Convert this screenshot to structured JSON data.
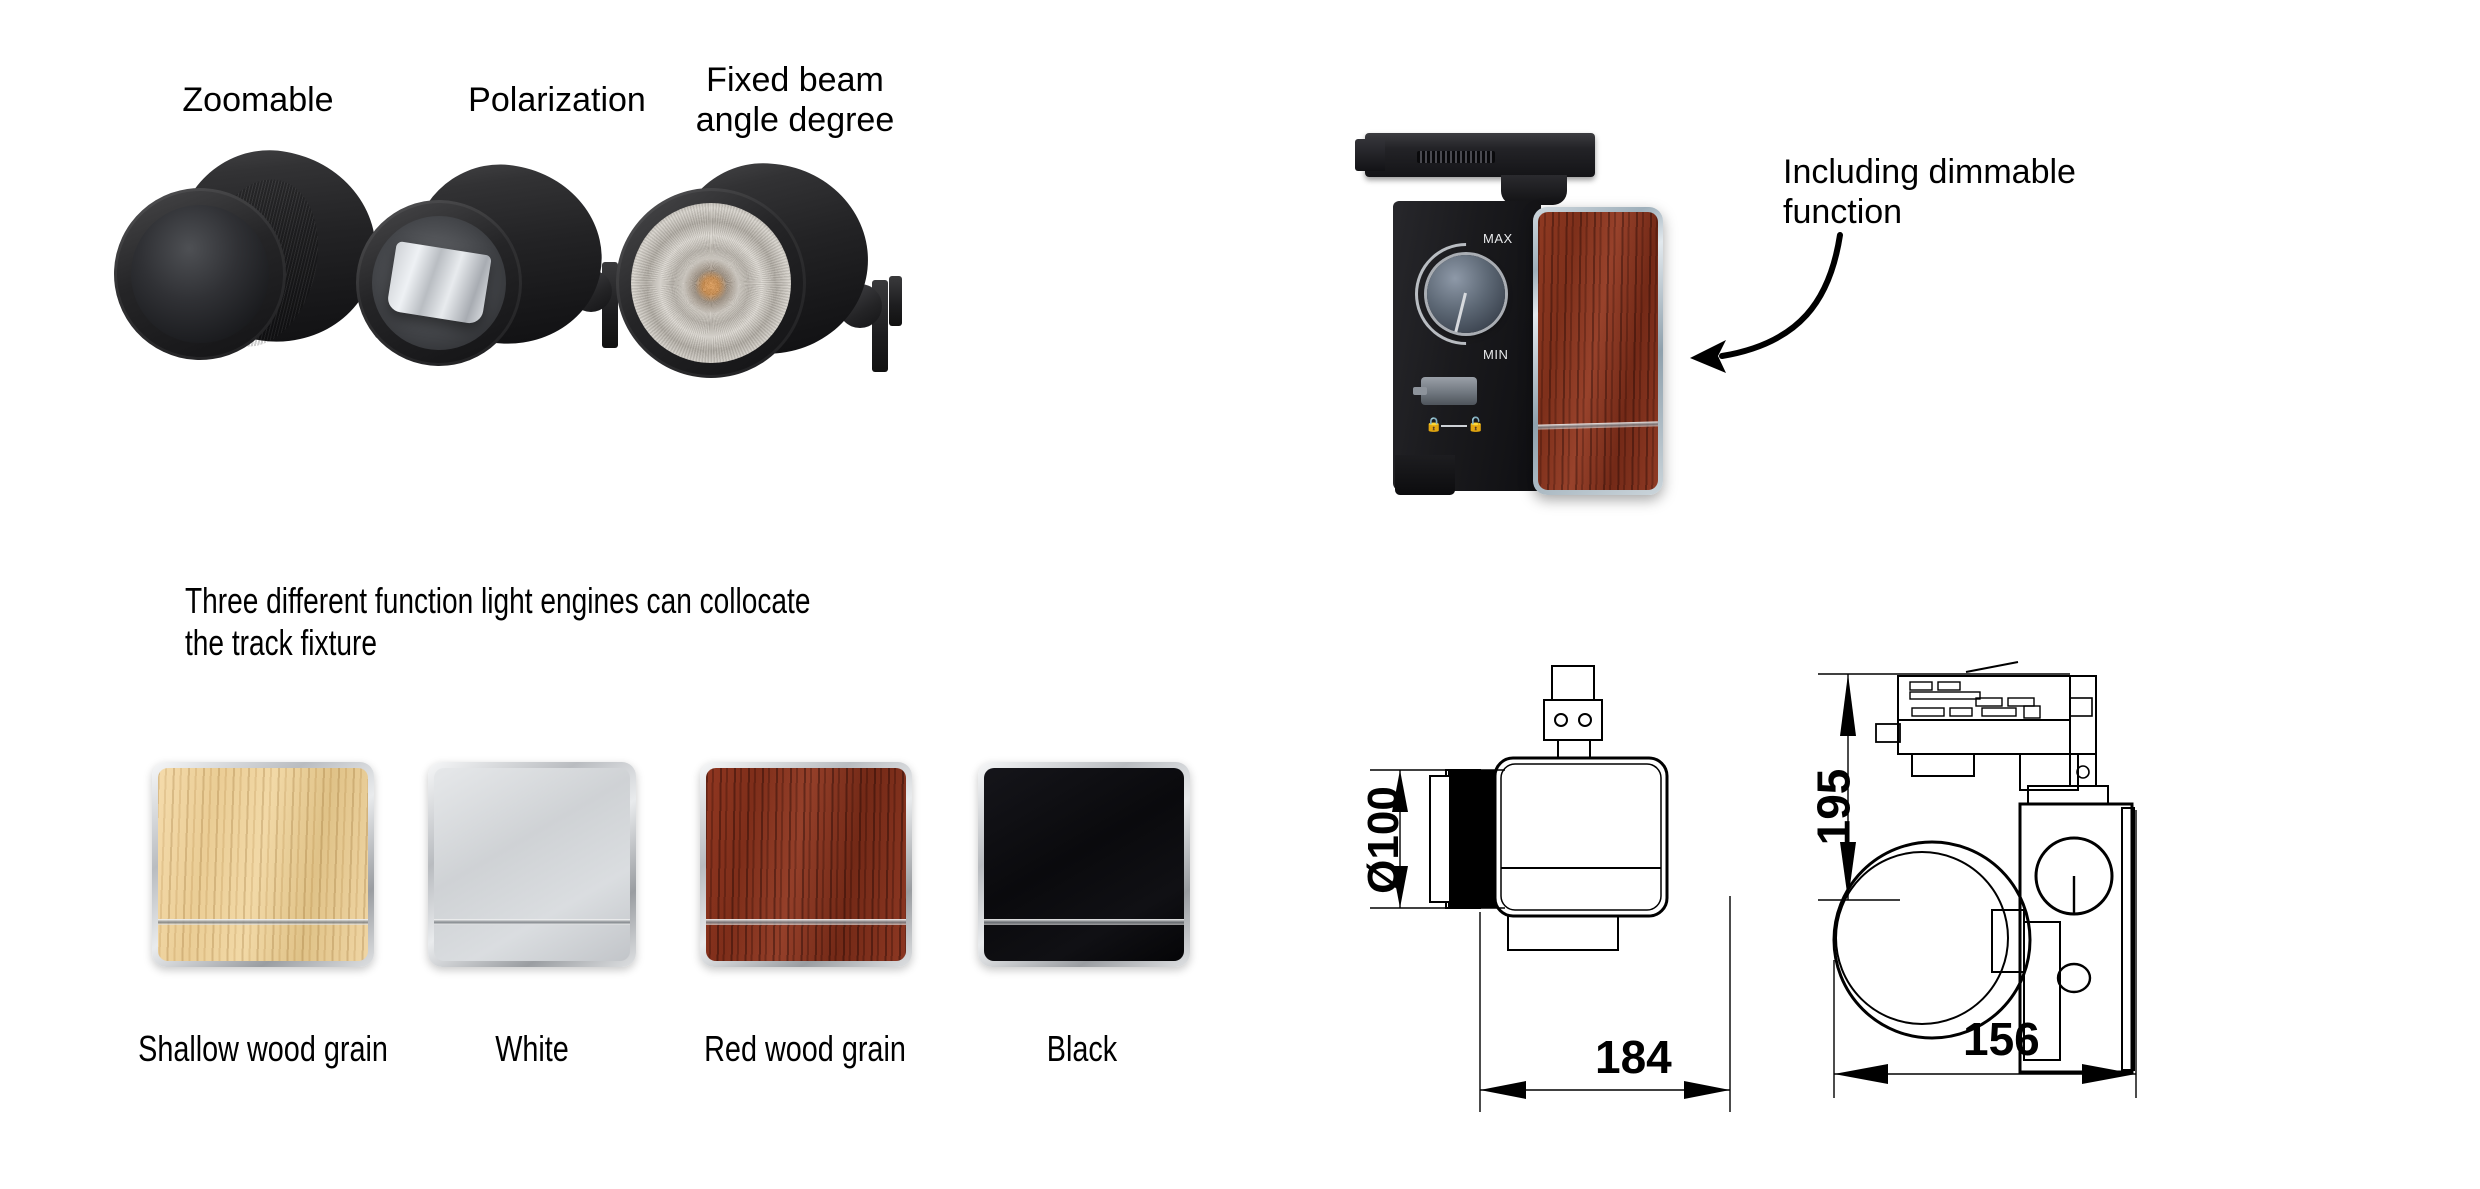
{
  "engines": {
    "labels": [
      {
        "text": "Zoomable"
      },
      {
        "text": "Polarization"
      },
      {
        "text": "Fixed beam\nangle degree"
      }
    ],
    "caption": "Three different function light engines can collocate\n the track fixture"
  },
  "colors": {
    "swatches": [
      {
        "name": "Shallow wood grain",
        "hex": "#e8c98f"
      },
      {
        "name": "White",
        "hex": "#d7dadd"
      },
      {
        "name": "Red wood grain",
        "hex": "#8a3722"
      },
      {
        "name": "Black",
        "hex": "#0c0c10"
      }
    ]
  },
  "product": {
    "annotation": "Including dimmable\nfunction",
    "knob": {
      "max_label": "MAX",
      "min_label": "MIN"
    },
    "lock": {
      "locked_icon": "🔒",
      "unlocked_icon": "🔓"
    }
  },
  "drawings": {
    "side_view": {
      "diameter": "Ø100",
      "length": "184"
    },
    "front_view": {
      "height": "195",
      "width": "156"
    }
  }
}
